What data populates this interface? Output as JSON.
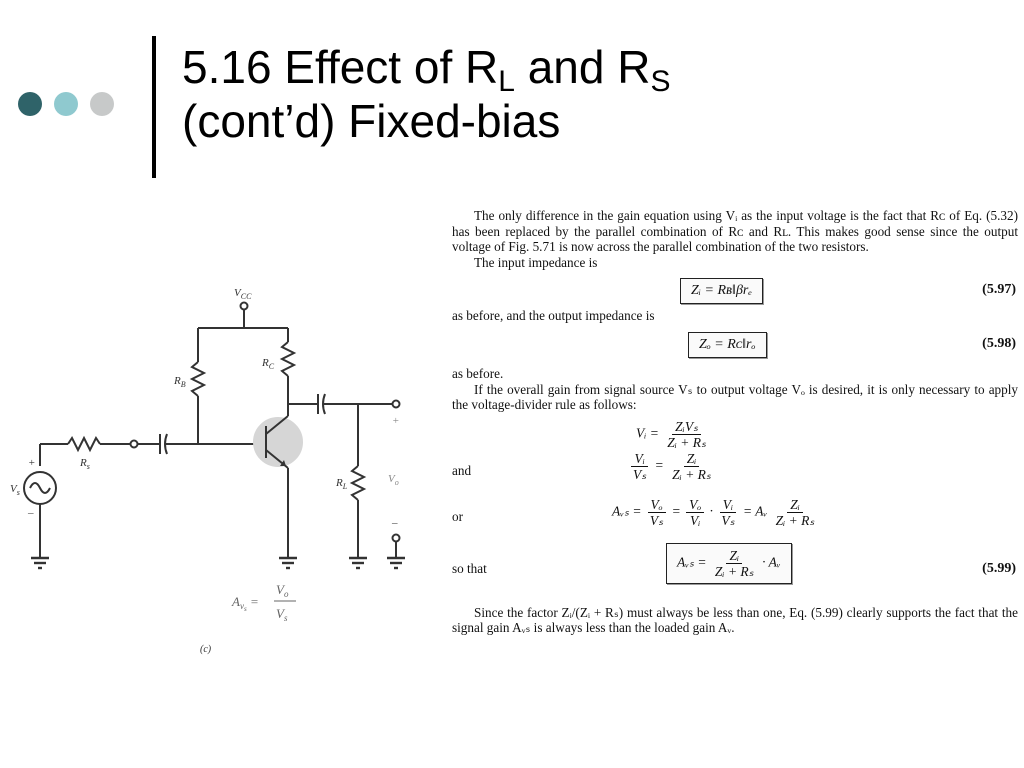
{
  "header": {
    "dots": [
      "#2f6369",
      "#8fc9cf",
      "#c7c9c9"
    ],
    "title_line1_prefix": "5.16 Effect of R",
    "title_sub1": "L",
    "title_and": " and R",
    "title_sub2": "S",
    "title_line2": "(cont’d) Fixed-bias"
  },
  "circuit": {
    "vcc": "V",
    "vcc_sub": "CC",
    "rb": "R",
    "rb_sub": "B",
    "rc": "R",
    "rc_sub": "C",
    "rs": "R",
    "rs_sub": "s",
    "rl": "R",
    "rl_sub": "L",
    "vs": "V",
    "vs_sub": "s",
    "vo": "V",
    "vo_sub": "o",
    "plus_out": "+",
    "minus_out": "–",
    "plus_src": "+",
    "minus_src": "–",
    "gain_lhs": "A",
    "gain_lhs_sub": "v",
    "gain_lhs_subsub": "s",
    "gain_num": "V",
    "gain_num_sub": "o",
    "gain_den": "V",
    "gain_den_sub": "s",
    "caption": "(c)"
  },
  "doc": {
    "para1": "The only difference in the gain equation using Vᵢ as the input voltage is the fact that Rᴄ of Eq. (5.32) has been replaced by the parallel combination of Rᴄ and Rʟ. This makes good sense since the output voltage of Fig. 5.71 is now across the parallel combination of the two resistors.",
    "para2": "The input impedance is",
    "eq97": "Zᵢ = Rʙ‖βrₑ",
    "eq97_num": "(5.97)",
    "para3": "as before, and the output impedance is",
    "eq98": "Zₒ = Rᴄ‖rₒ",
    "eq98_num": "(5.98)",
    "para4": "as before.",
    "para5": "If the overall gain from signal source Vₛ to output voltage Vₒ is desired, it is only necessary to apply the voltage-divider rule as follows:",
    "eqA_lhs": "Vᵢ =",
    "eqA_num": "ZᵢVₛ",
    "eqA_den": "Zᵢ + Rₛ",
    "and_label": "and",
    "eqB_lnum": "Vᵢ",
    "eqB_lden": "Vₛ",
    "eqB_num": "Zᵢ",
    "eqB_den": "Zᵢ + Rₛ",
    "or_label": "or",
    "eqC_lhs": "Aᵥₛ =",
    "eqC_f1n": "Vₒ",
    "eqC_f1d": "Vₛ",
    "eqC_f2n": "Vₒ",
    "eqC_f2d": "Vᵢ",
    "eqC_f3n": "Vᵢ",
    "eqC_f3d": "Vₛ",
    "eqC_mid": "= Aᵥ",
    "eqC_f4n": "Zᵢ",
    "eqC_f4d": "Zᵢ + Rₛ",
    "sothat_label": "so that",
    "eq99_lhs": "Aᵥₛ =",
    "eq99_num": "Zᵢ",
    "eq99_den": "Zᵢ + Rₛ",
    "eq99_tail": "· Aᵥ",
    "eq99_num_label": "(5.99)",
    "para6": "Since the factor Zᵢ/(Zᵢ + Rₛ) must always be less than one, Eq. (5.99) clearly supports the fact that the signal gain Aᵥₛ is always less than the loaded gain Aᵥ."
  }
}
